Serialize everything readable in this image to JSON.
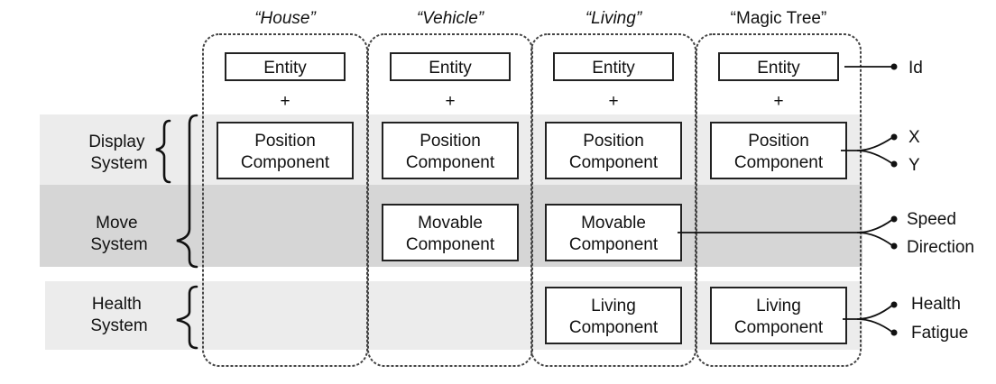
{
  "colors": {
    "band_light": "#ececec",
    "band_mid": "#d6d6d6",
    "box_fill": "#ffffff",
    "stroke": "#222222",
    "dashed": "#444444"
  },
  "entity_columns": [
    {
      "title": "“House”",
      "italic": true,
      "entity_label": "Entity",
      "plus": "+",
      "position": [
        "Position",
        "Component"
      ],
      "movable": null,
      "living": null
    },
    {
      "title": "“Vehicle”",
      "italic": true,
      "entity_label": "Entity",
      "plus": "+",
      "position": [
        "Position",
        "Component"
      ],
      "movable": [
        "Movable",
        "Component"
      ],
      "living": null
    },
    {
      "title": "“Living”",
      "italic": true,
      "entity_label": "Entity",
      "plus": "+",
      "position": [
        "Position",
        "Component"
      ],
      "movable": [
        "Movable",
        "Component"
      ],
      "living": [
        "Living",
        "Component"
      ]
    },
    {
      "title": "“Magic Tree”",
      "italic": false,
      "entity_label": "Entity",
      "plus": "+",
      "position": [
        "Position",
        "Component"
      ],
      "movable": null,
      "living": [
        "Living",
        "Component"
      ]
    }
  ],
  "systems": [
    {
      "key": "display",
      "lines": [
        "Display",
        "System"
      ]
    },
    {
      "key": "move",
      "lines": [
        "Move",
        "System"
      ]
    },
    {
      "key": "health",
      "lines": [
        "Health",
        "System"
      ]
    }
  ],
  "fields": {
    "entity": [
      "Id"
    ],
    "position": [
      "X",
      "Y"
    ],
    "movable": [
      "Speed",
      "Direction"
    ],
    "living": [
      "Health",
      "Fatigue"
    ]
  }
}
